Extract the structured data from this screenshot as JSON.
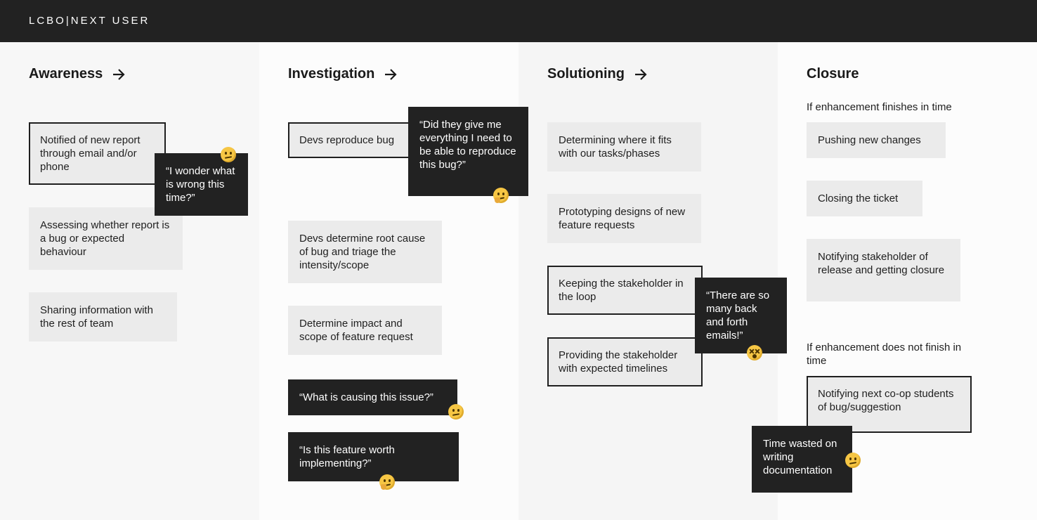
{
  "brand": "LCBO|NEXT USER",
  "columns": {
    "awareness": {
      "title": "Awareness",
      "cards": [
        "Notified of new report through email and/or phone",
        "Assessing whether report is a bug or expected behaviour",
        "Sharing information with the rest of team"
      ],
      "quotes": [
        "“I wonder what is wrong this time?”"
      ]
    },
    "investigation": {
      "title": "Investigation",
      "cards": [
        "Devs reproduce bug",
        "Devs determine root cause of bug and triage the intensity/scope",
        "Determine impact and scope of feature request"
      ],
      "quotes": [
        "“Did they give me everything I need to be able to reproduce this bug?”",
        "“What is causing this issue?”",
        "“Is this feature worth implementing?”"
      ]
    },
    "solutioning": {
      "title": "Solutioning",
      "cards": [
        "Determining where it fits with our tasks/phases",
        "Prototyping designs of new feature requests",
        "Keeping the stakeholder in the loop",
        "Providing the stakeholder with expected timelines"
      ],
      "quotes": [
        "“There are so many back and forth emails!”"
      ]
    },
    "closure": {
      "title": "Closure",
      "note_1": "If enhancement finishes in time",
      "note_2": "If enhancement does not finish in time",
      "cards": [
        "Pushing new changes",
        "Closing the ticket",
        "Notifying stakeholder of release and getting closure",
        "Notifying next co-op students of bug/suggestion"
      ],
      "quotes": [
        "Time wasted on writing documentation"
      ]
    }
  },
  "icons": {
    "arrow": "arrow-right-icon",
    "confused": "confused-face-emoji",
    "thinking": "thinking-face-emoji",
    "dizzy": "dizzy-face-emoji"
  },
  "colors": {
    "dark": "#222222",
    "card": "#ebebeb",
    "emoji": "#f6c644"
  }
}
